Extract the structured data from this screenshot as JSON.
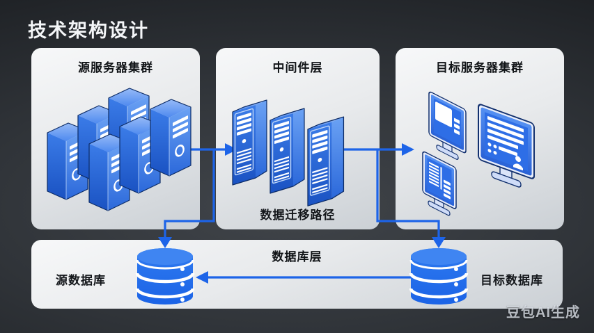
{
  "title": "技术架构设计",
  "watermark": "豆包AI生成",
  "panels": {
    "source_cluster": {
      "label": "源服务器集群"
    },
    "middleware": {
      "label": "中间件层",
      "path_label": "数据迁移路径"
    },
    "target_cluster": {
      "label": "目标服务器集群"
    },
    "database_layer": {
      "label": "数据库层",
      "source_db_label": "源数据库",
      "target_db_label": "目标数据库"
    }
  },
  "icons": {
    "source_cluster_icon": "server-tower-icon",
    "source_cluster_count": 6,
    "middleware_icon": "server-tower-icon",
    "middleware_count": 3,
    "target_cluster_icon": "monitor-icon",
    "target_cluster_count": 3,
    "database_icon": "database-cylinder-icon",
    "database_count": 2
  },
  "connections": [
    {
      "from": "source_cluster",
      "to": "middleware",
      "style": "arrow-right"
    },
    {
      "from": "middleware",
      "to": "target_cluster",
      "style": "arrow-right"
    },
    {
      "from": "source_middleware_link",
      "to": "source_database",
      "style": "arrow-down"
    },
    {
      "from": "middleware_target_link",
      "to": "target_database",
      "style": "arrow-down"
    },
    {
      "from": "target_database",
      "to": "source_database",
      "style": "arrow-left"
    }
  ],
  "colors": {
    "accent_blue": "#1d64e8",
    "server_blue": "#2a6ade",
    "panel_light": "#e9ebee",
    "background_dark": "#232528",
    "text_dark": "#14171b",
    "text_light": "#f4f6f8"
  }
}
